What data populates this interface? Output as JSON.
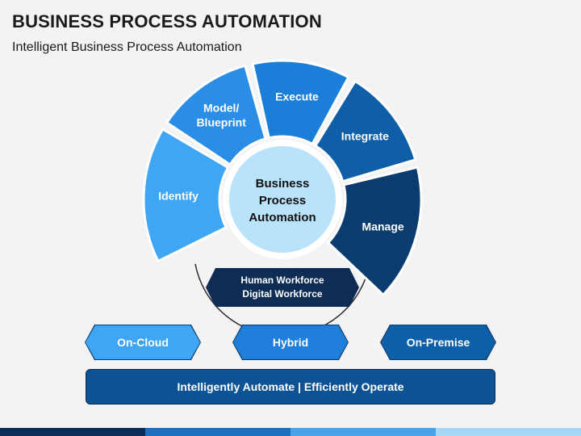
{
  "title": "BUSINESS PROCESS AUTOMATION",
  "subtitle": "Intelligent Business Process Automation",
  "hub": {
    "lines": [
      "Business",
      "Process",
      "Automation"
    ]
  },
  "segments": [
    {
      "lines": [
        "Identify"
      ],
      "color": "#3ea6f4"
    },
    {
      "lines": [
        "Model/",
        "Blueprint"
      ],
      "color": "#2b8ee6"
    },
    {
      "lines": [
        "Execute"
      ],
      "color": "#1b7fd9"
    },
    {
      "lines": [
        "Integrate"
      ],
      "color": "#0f5fa8"
    },
    {
      "lines": [
        "Manage"
      ],
      "color": "#0b3c70"
    }
  ],
  "workforce": {
    "line1": "Human Workforce",
    "line2": "Digital Workforce",
    "color": "#0d2d55"
  },
  "deployment": [
    {
      "label": "On-Cloud",
      "color": "#3ea6f4"
    },
    {
      "label": "Hybrid",
      "color": "#1f7fdb"
    },
    {
      "label": "On-Premise",
      "color": "#0d5fa8"
    }
  ],
  "footer_bar": {
    "label": "Intelligently Automate | Efficiently Operate"
  }
}
